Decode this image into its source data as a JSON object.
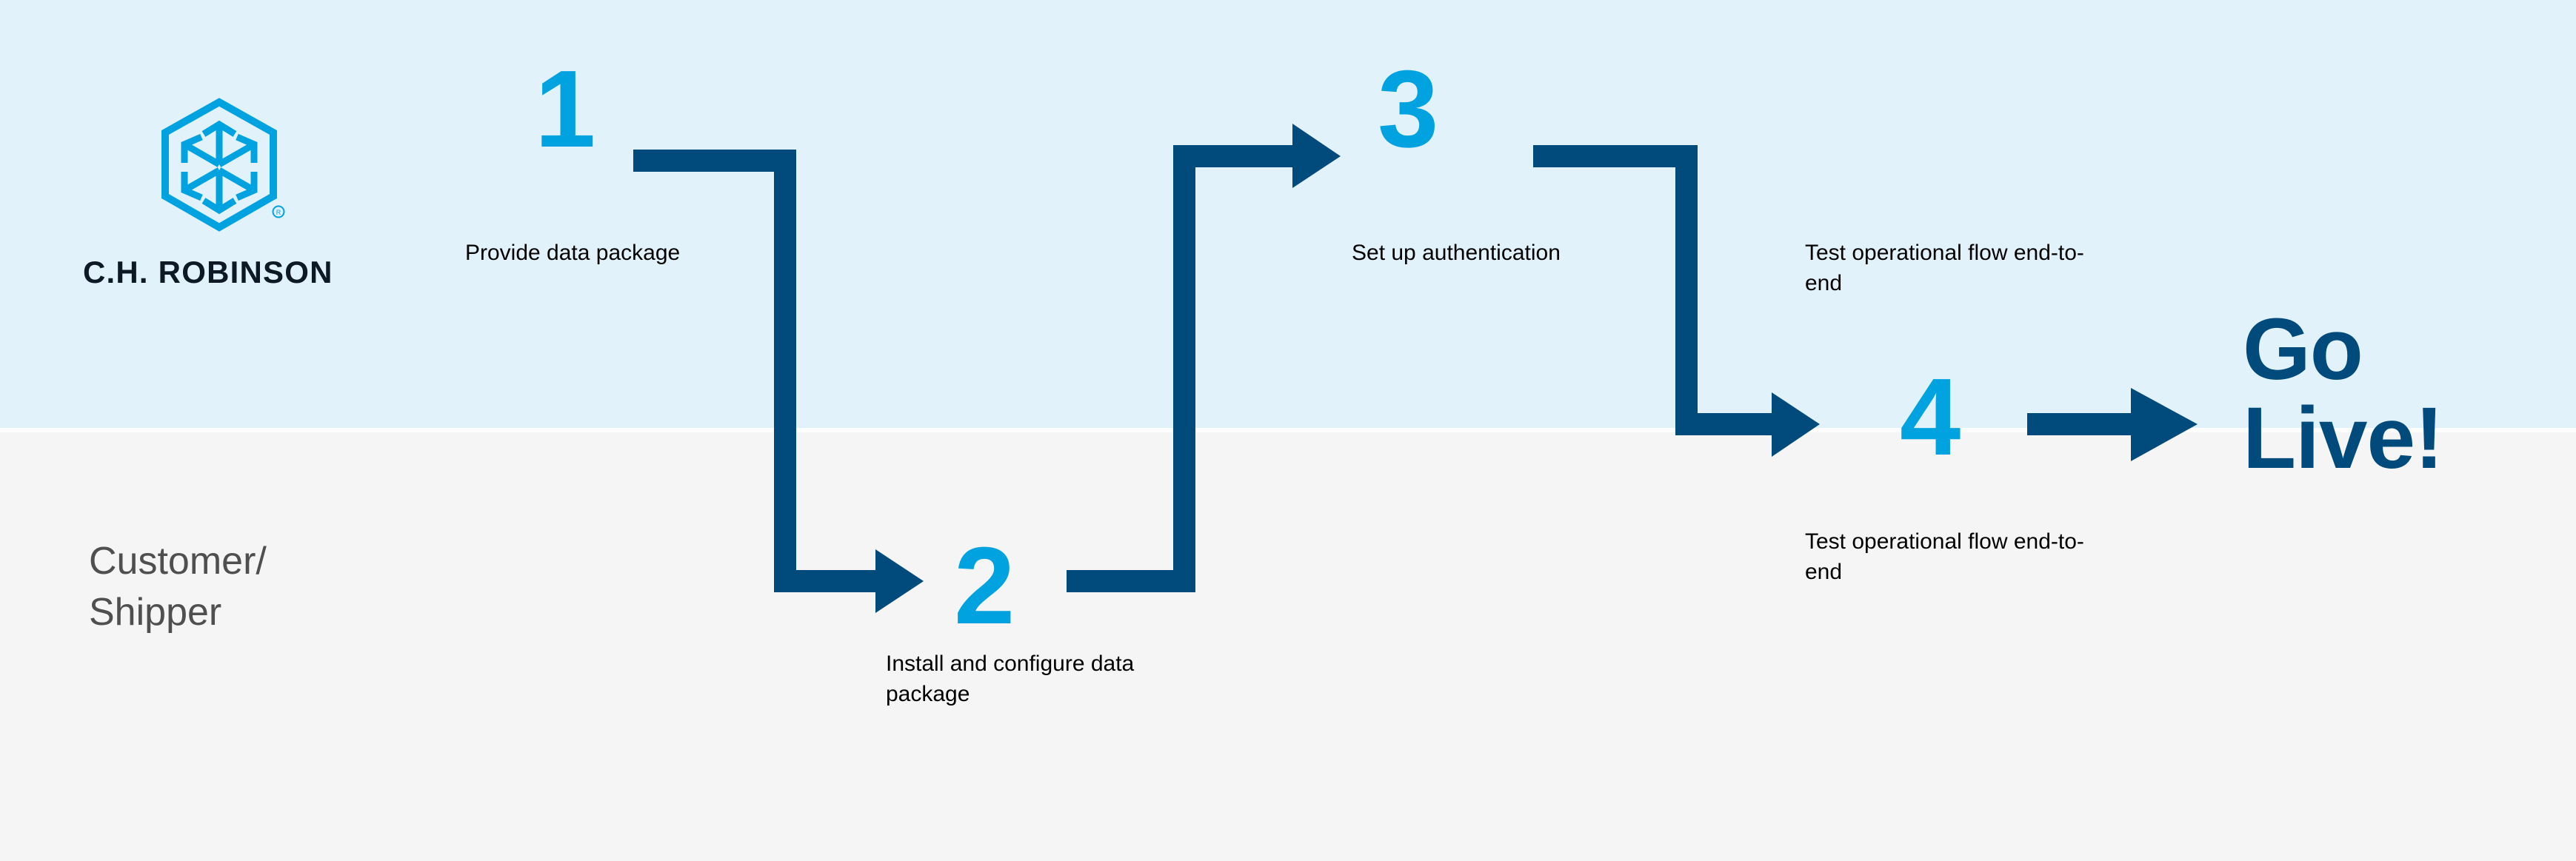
{
  "brand": {
    "logo_icon": "hexagon-arrows-logo-icon",
    "wordmark": "C.H. ROBINSON",
    "registered_mark": "®",
    "accent_cyan": "#00a3e0",
    "accent_navy": "#004b7c",
    "band_top_color": "#e2f2fb",
    "band_bottom_color": "#f5f5f5"
  },
  "lanes": {
    "top_label": "",
    "bottom_label": "Customer/\nShipper",
    "bottom_label_line1": "Customer/",
    "bottom_label_line2": "Shipper"
  },
  "steps": [
    {
      "number": "1",
      "label": "Provide data package",
      "lane": "top"
    },
    {
      "number": "2",
      "label": "Install and configure data package",
      "lane": "bottom"
    },
    {
      "number": "3",
      "label": "Set up authentication",
      "lane": "top"
    },
    {
      "number": "4",
      "label_above": "Test operational flow end-to-end",
      "label_below": "Test operational flow end-to-end",
      "lane": "both"
    }
  ],
  "outcome": {
    "line1": "Go",
    "line2": "Live!",
    "text": "Go Live!"
  },
  "connectors": [
    {
      "name": "step1-to-step2",
      "shape": "right-down-right-arrow"
    },
    {
      "name": "step2-to-step3",
      "shape": "right-up-right-arrow"
    },
    {
      "name": "step3-to-step4",
      "shape": "right-down-right-arrow"
    },
    {
      "name": "step4-to-golive",
      "shape": "right-arrow"
    }
  ]
}
